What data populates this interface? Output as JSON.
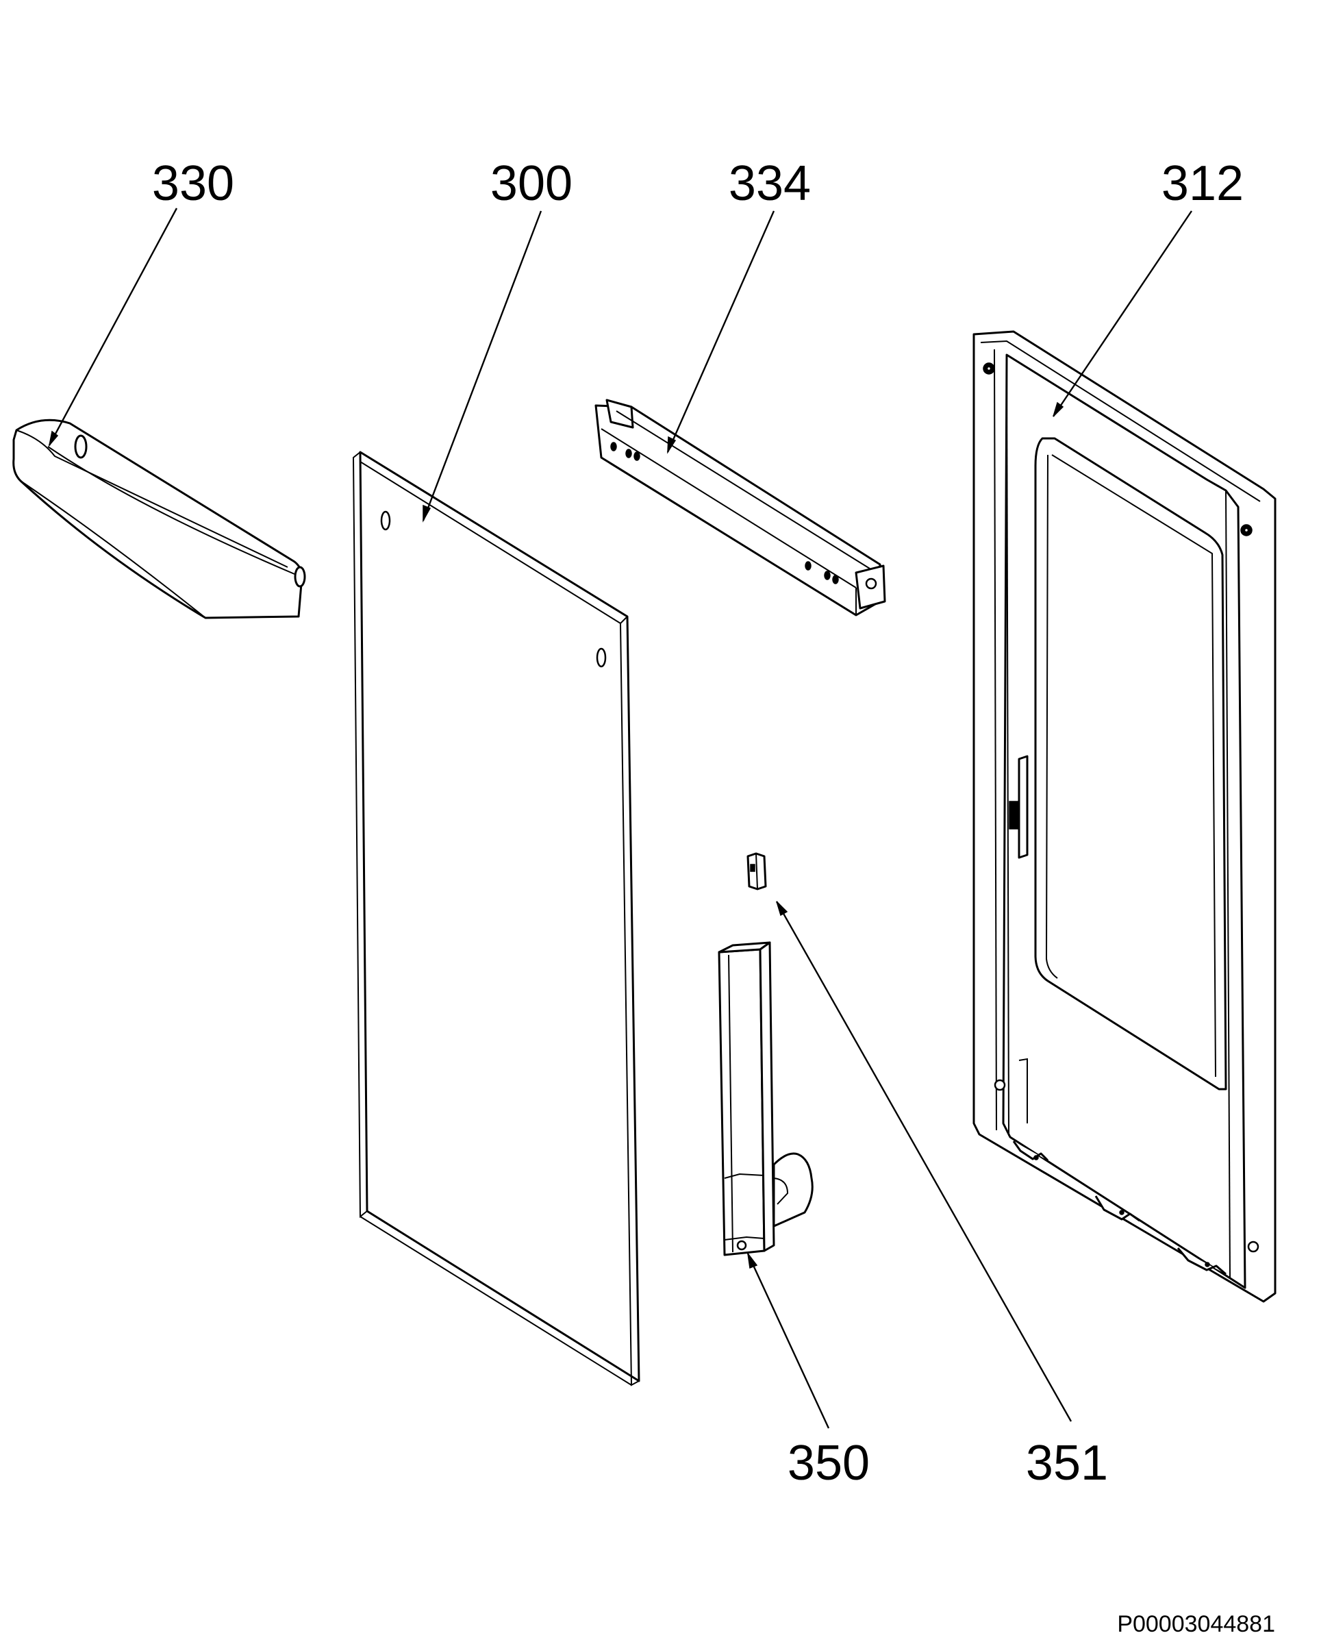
{
  "diagram": {
    "callouts": [
      {
        "id": "330",
        "label": "330"
      },
      {
        "id": "300",
        "label": "300"
      },
      {
        "id": "334",
        "label": "334"
      },
      {
        "id": "312",
        "label": "312"
      },
      {
        "id": "350",
        "label": "350"
      },
      {
        "id": "351",
        "label": "351"
      }
    ],
    "document_code": "P00003044881",
    "colors": {
      "line": "#000000",
      "background": "#ffffff"
    }
  }
}
